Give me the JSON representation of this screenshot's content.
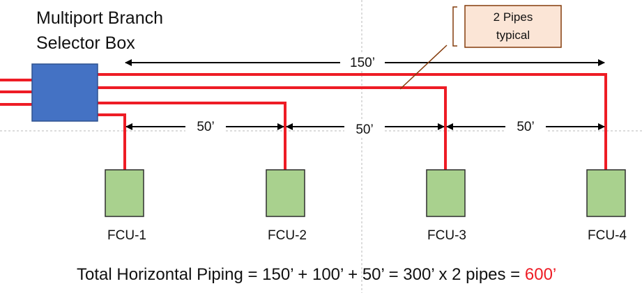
{
  "diagram": {
    "title_line1": "Multiport Branch",
    "title_line2": "Selector Box",
    "callout_line1": "2 Pipes",
    "callout_line2": "typical",
    "dimensions": {
      "overall": "150’",
      "segment_1": "50’",
      "segment_2": "50’",
      "segment_3": "50’"
    },
    "fcus": [
      {
        "label": "FCU-1"
      },
      {
        "label": "FCU-2"
      },
      {
        "label": "FCU-3"
      },
      {
        "label": "FCU-4"
      }
    ],
    "total": {
      "prefix": "Total Horizontal Piping = 150’ + 100’ + 50’ = 300’ x 2 pipes = ",
      "result": "600’"
    },
    "colors": {
      "pipe": "#ee1c25",
      "selector_box": "#4472c4",
      "fcu": "#a9d18e",
      "callout_fill": "#fbe5d6",
      "callout_border": "#843c0c",
      "result": "#ee1c25"
    }
  }
}
